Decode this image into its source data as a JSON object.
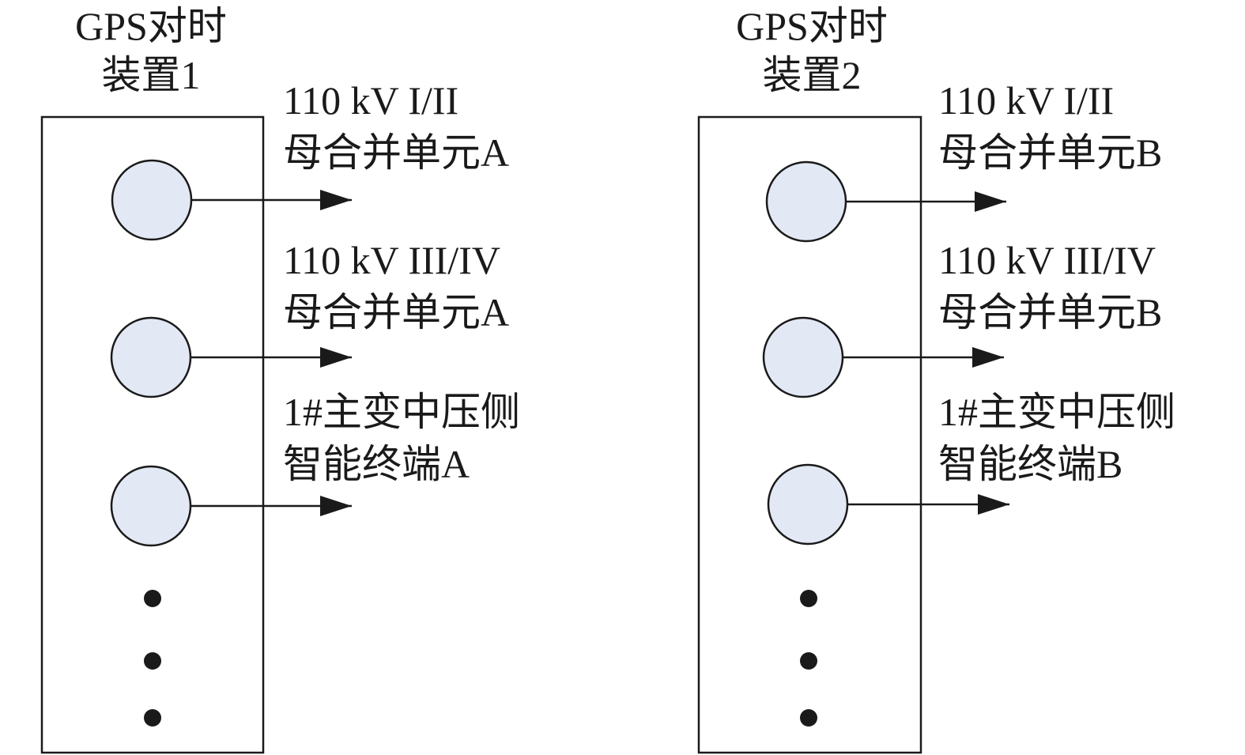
{
  "colors": {
    "port_fill": "#e3e8f5",
    "stroke": "#1a1a1a",
    "background": "#ffffff"
  },
  "devices": [
    {
      "title_line1": "GPS对时",
      "title_line2": "装置1",
      "outputs": [
        {
          "line1": "110 kV I/II",
          "line2": "母合并单元A"
        },
        {
          "line1": "110 kV III/IV",
          "line2": "母合并单元A"
        },
        {
          "line1": "1#主变中压侧",
          "line2": "智能终端A"
        }
      ],
      "ellipsis_dot_count": 3
    },
    {
      "title_line1": "GPS对时",
      "title_line2": "装置2",
      "outputs": [
        {
          "line1": "110 kV I/II",
          "line2": "母合并单元B"
        },
        {
          "line1": "110 kV III/IV",
          "line2": "母合并单元B"
        },
        {
          "line1": "1#主变中压侧",
          "line2": "智能终端B"
        }
      ],
      "ellipsis_dot_count": 3
    }
  ]
}
